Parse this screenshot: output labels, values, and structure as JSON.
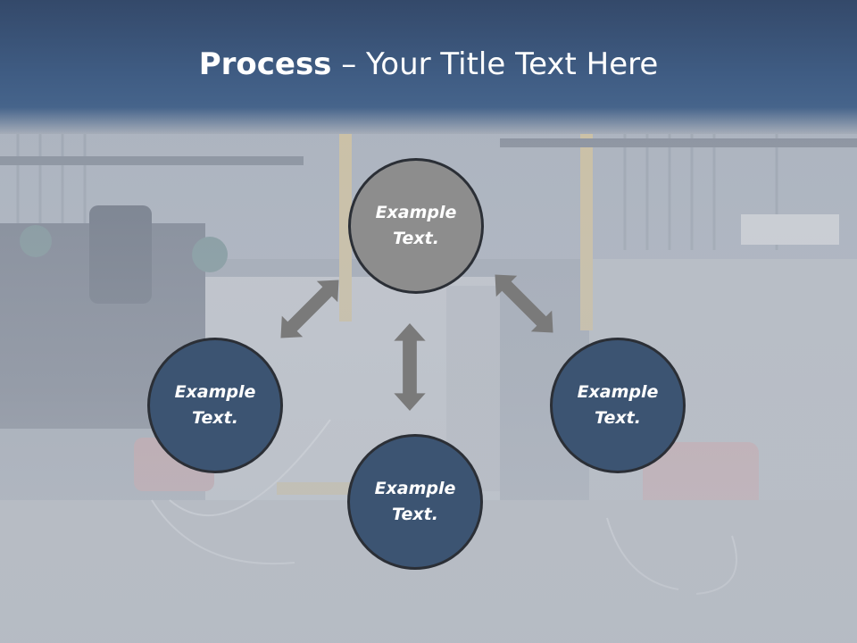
{
  "slide": {
    "title_bold": "Process",
    "title_rest": " – Your Title Text Here"
  },
  "process": {
    "top": "Example\nText.",
    "left": "Example\nText.",
    "right": "Example\nText.",
    "bottom": "Example\nText."
  },
  "colors": {
    "title_bar": "#3f5c83",
    "circle_navy": "#3c5472",
    "circle_gray": "#8d8d8d",
    "arrow": "#7a7a7a"
  },
  "icons": [
    "double-headed-arrow"
  ]
}
